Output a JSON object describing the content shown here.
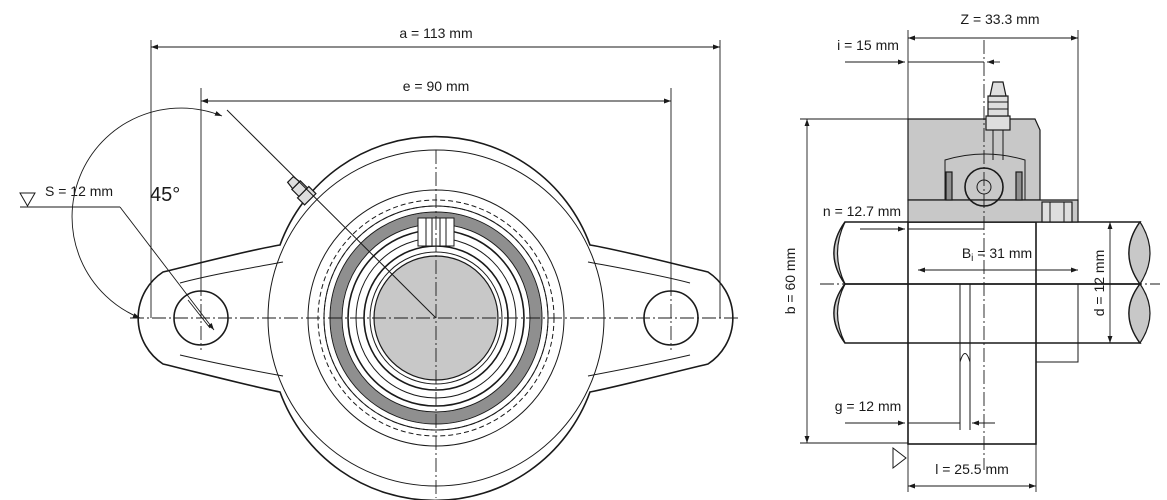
{
  "dimensions": {
    "a": "a = 113 mm",
    "e": "e = 90 mm",
    "s": "S = 12 mm",
    "angle": "45°",
    "z": "Z = 33.3 mm",
    "i": "i = 15 mm",
    "n": "n = 12.7 mm",
    "bi_prefix": "B",
    "bi_sub": "i",
    "bi_rest": " = 31 mm",
    "b": "b = 60 mm",
    "d": "d = 12 mm",
    "g": "g = 12 mm",
    "l": "l = 25.5 mm"
  },
  "colors": {
    "line": "#1a1a1a",
    "fill_grey": "#c8c8c8",
    "fill_dark": "#8f8f8f",
    "fill_light": "#dedede"
  }
}
